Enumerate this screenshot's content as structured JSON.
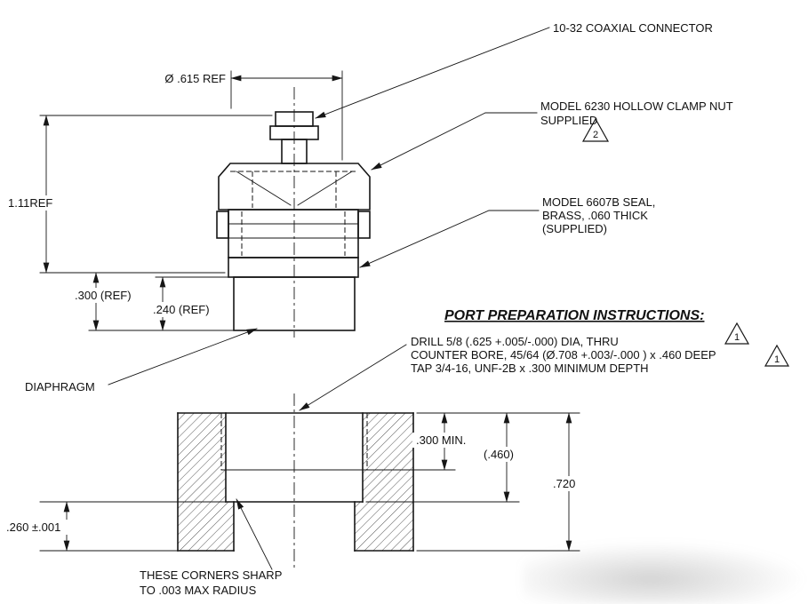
{
  "callouts": {
    "coaxial_connector": "10-32 COAXIAL CONNECTOR",
    "clamp_nut_line1": "MODEL 6230 HOLLOW CLAMP NUT",
    "clamp_nut_line2": "SUPPLIED",
    "seal_line1": "MODEL 6607B SEAL,",
    "seal_line2": "BRASS, .060 THICK",
    "seal_line3": "(SUPPLIED)",
    "diaphragm": "DIAPHRAGM",
    "corners_line1": "THESE CORNERS SHARP",
    "corners_line2": "TO .003 MAX RADIUS"
  },
  "dimensions": {
    "diameter_ref": "Ø .615 REF",
    "height_ref": "1.11REF",
    "ref_300": ".300 (REF)",
    "ref_240": ".240 (REF)",
    "min_300": ".300 MIN.",
    "ref_460": "(.460)",
    "depth_720": ".720",
    "dim_260": ".260 ±.001"
  },
  "port_instructions": {
    "heading": "PORT PREPARATION INSTRUCTIONS:",
    "line1": "DRILL 5/8 (.625 +.005/-.000) DIA, THRU",
    "line2": "COUNTER BORE, 45/64 (Ø.708 +.003/-.000 ) x .460 DEEP",
    "line3": "TAP 3/4-16, UNF-2B x .300 MINIMUM DEPTH"
  },
  "flags": {
    "rev_1": "1",
    "rev_2": "2"
  }
}
